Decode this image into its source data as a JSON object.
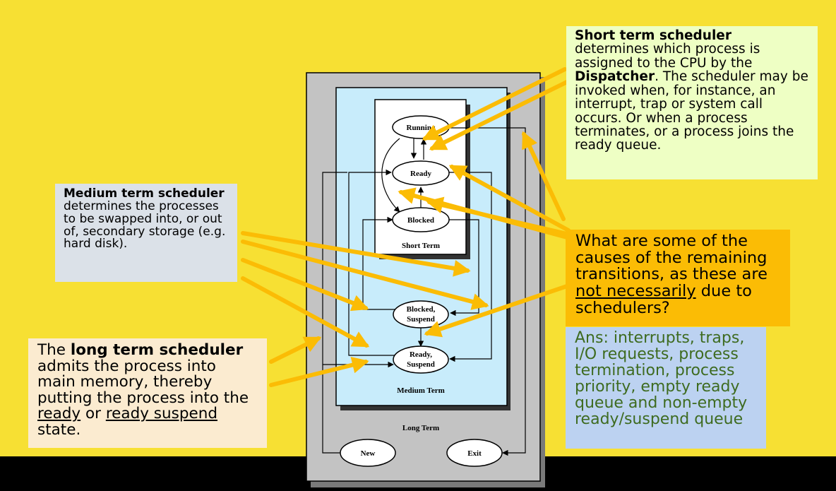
{
  "diagram": {
    "states": {
      "running": "Running",
      "ready": "Ready",
      "blocked": "Blocked",
      "blocked_suspend": [
        "Blocked,",
        "Suspend"
      ],
      "ready_suspend": [
        "Ready,",
        "Suspend"
      ],
      "new": "New",
      "exit": "Exit"
    },
    "regions": {
      "short_term": "Short Term",
      "medium_term": "Medium Term",
      "long_term": "Long Term"
    }
  },
  "notes": {
    "short_term": {
      "title": "Short term scheduler",
      "text1": "determines which process is assigned to the CPU by the ",
      "dispatcher": "Dispatcher",
      "text2": ". The scheduler may be invoked when, for instance, an interrupt, trap or system call occurs. Or when a process terminates, or a process joins the ready queue."
    },
    "medium_term": {
      "title": "Medium term scheduler",
      "text": "determines the processes to be swapped into, or out of, secondary storage (e.g. hard disk)."
    },
    "long_term": {
      "pre": "The ",
      "bold": "long term scheduler",
      "text1": " admits the process into main memory, thereby putting the process into the ",
      "ready": "ready",
      "or": " or ",
      "ready_suspend": "ready suspend",
      "text2": " state."
    },
    "question": {
      "text1": "What are some of the causes of the remaining transitions, as these are ",
      "underline": "not necessarily",
      "text2": " due to schedulers?"
    },
    "answer": {
      "text": "Ans: interrupts, traps, I/O requests, process termination, process priority, empty ready queue and non-empty ready/suspend queue"
    }
  },
  "colors": {
    "background": "#f7e033",
    "arrow": "#fbbc05",
    "medium_region": "#c8ecfb",
    "outer_box": "#c3c3c3"
  }
}
